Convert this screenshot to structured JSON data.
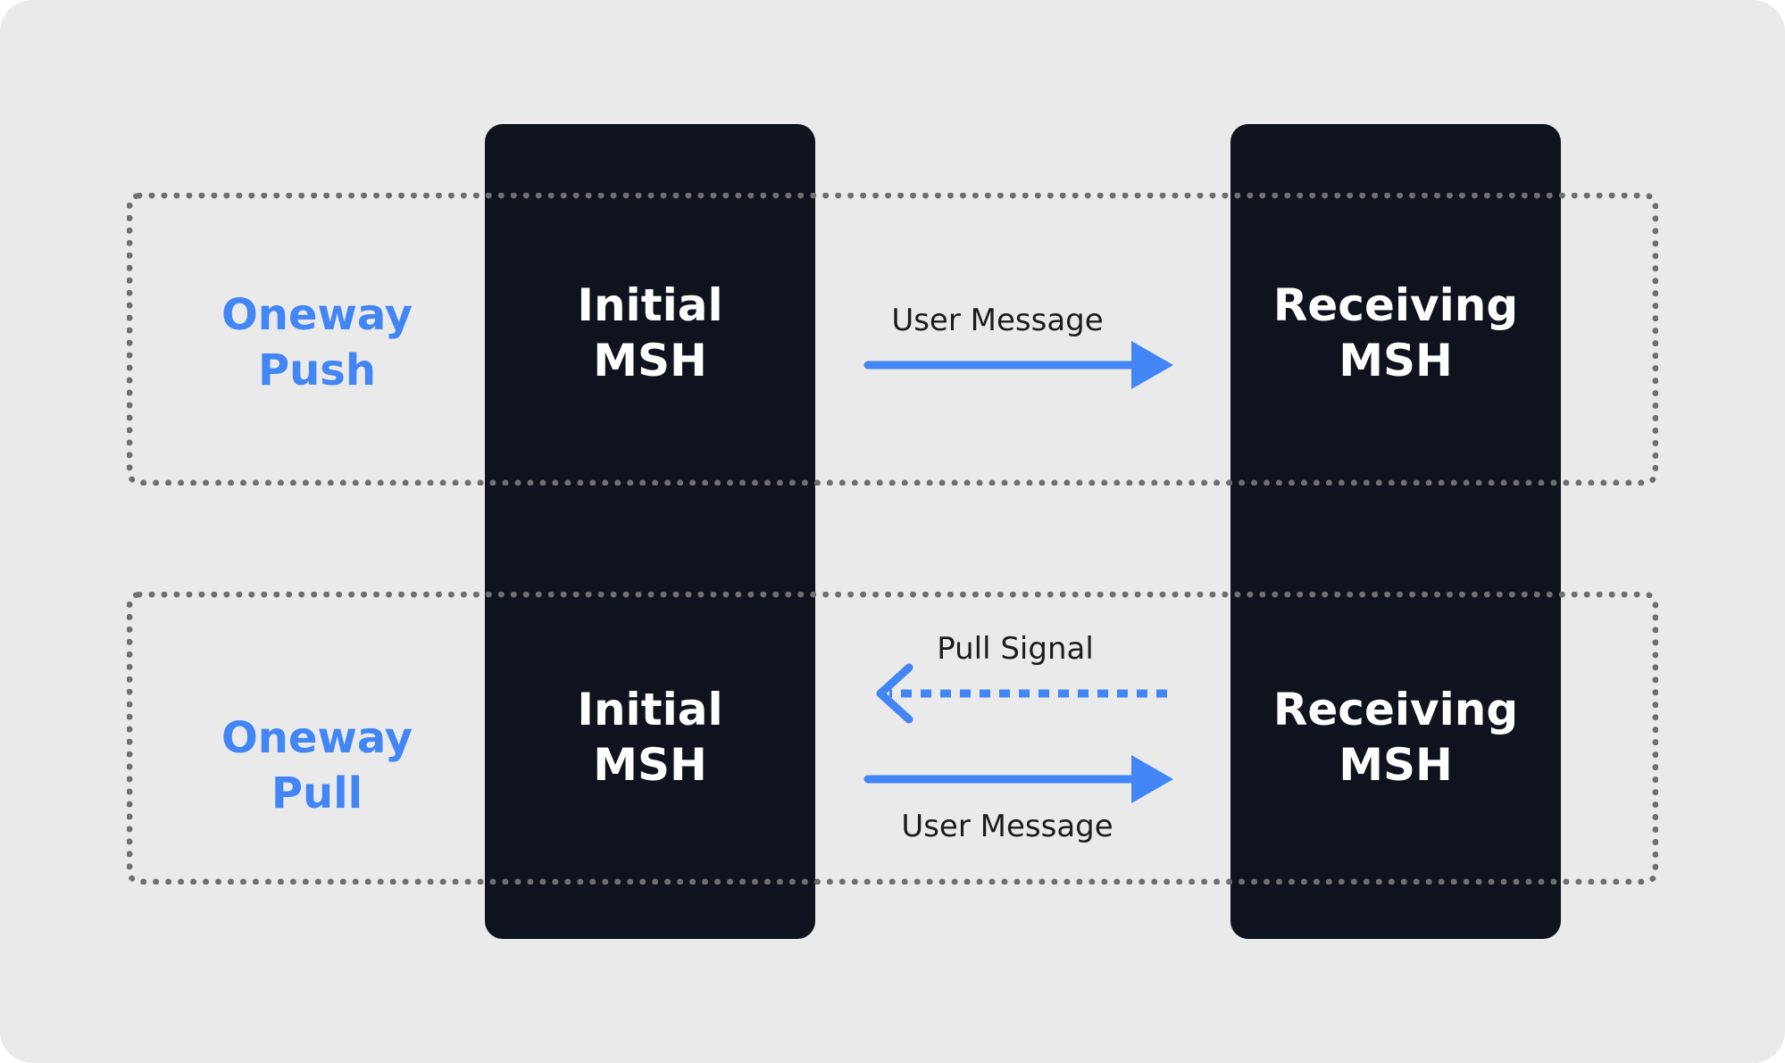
{
  "colors": {
    "background": "#eaeaea",
    "msh_box": "#0e131d",
    "group_label": "#4285f4",
    "arrow": "#4285f4",
    "group_border": "#6f6f6f"
  },
  "groups": [
    {
      "label": "Oneway Push"
    },
    {
      "label": "Oneway Pull"
    }
  ],
  "push": {
    "initial": {
      "line1": "Initial",
      "line2": "MSH"
    },
    "receiving": {
      "line1": "Receiving",
      "line2": "MSH"
    },
    "edge_label": "User Message"
  },
  "pull": {
    "initial": {
      "line1": "Initial",
      "line2": "MSH"
    },
    "receiving": {
      "line1": "Receiving",
      "line2": "MSH"
    },
    "signal_label": "Pull Signal",
    "message_label": "User Message"
  }
}
